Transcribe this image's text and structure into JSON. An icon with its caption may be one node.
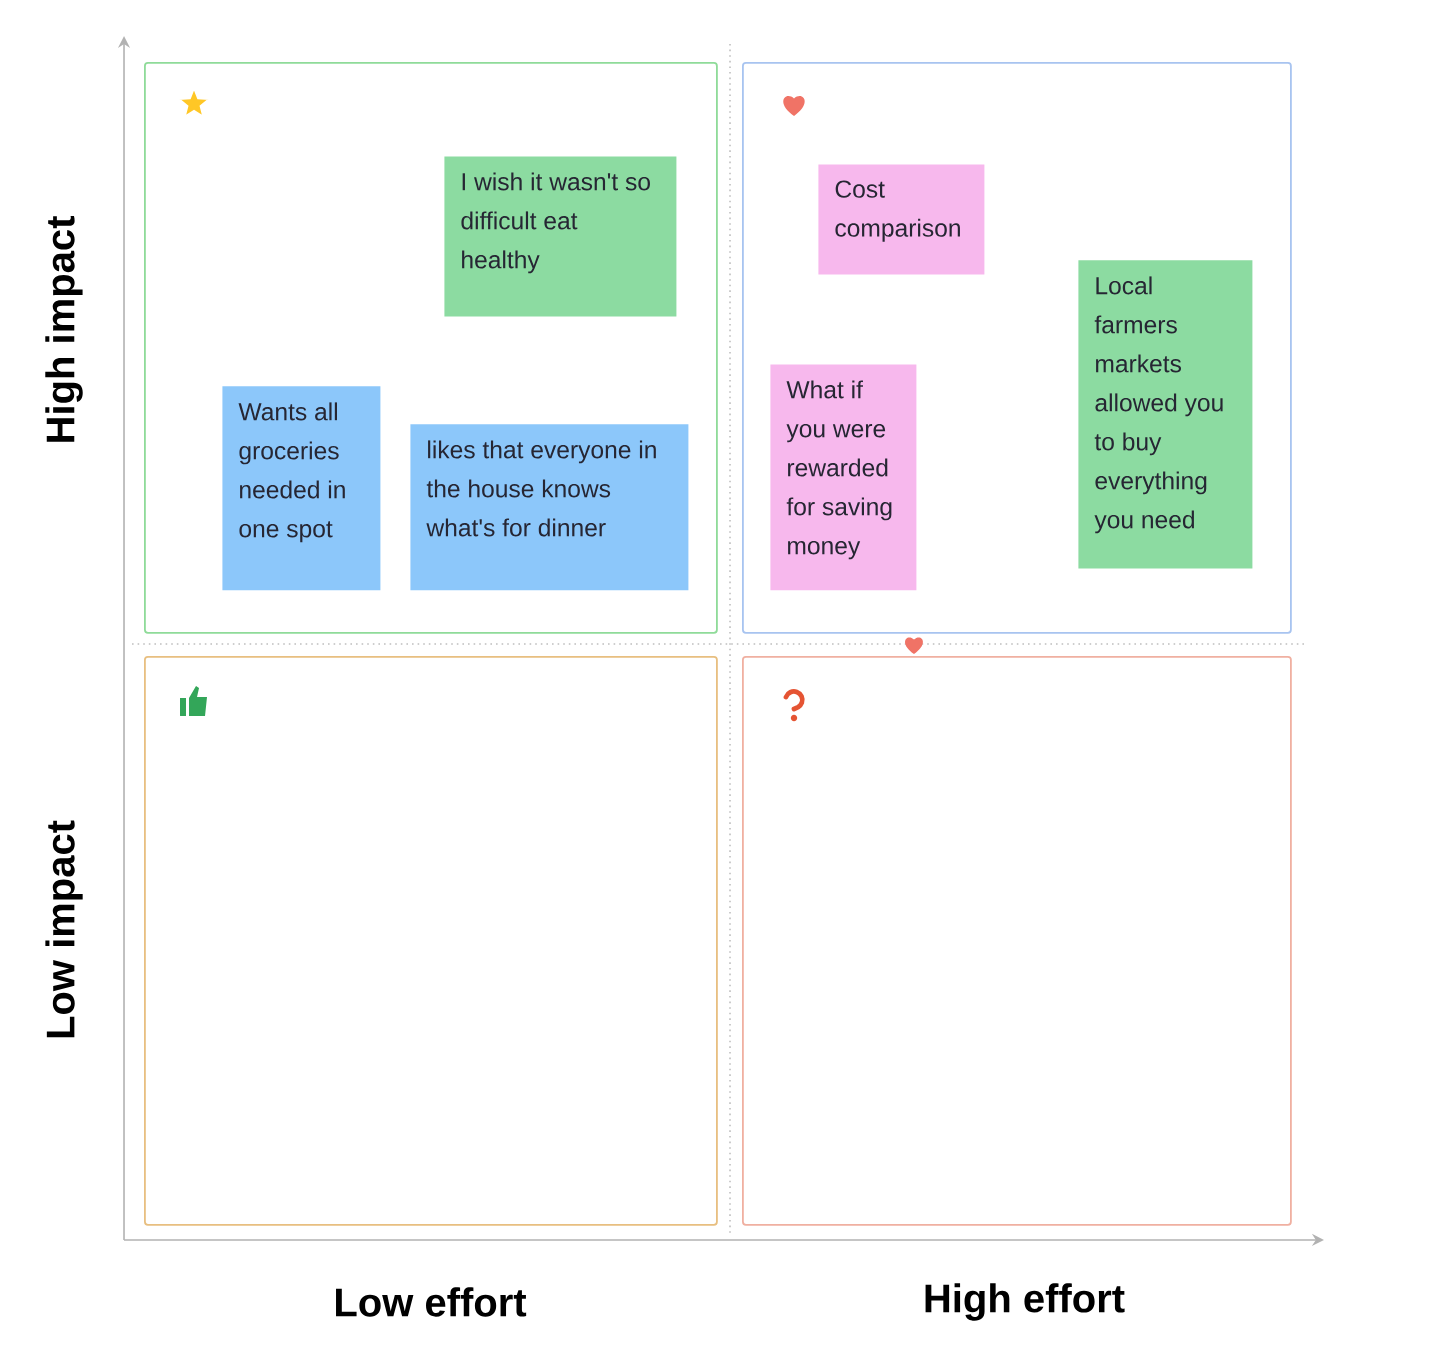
{
  "diagram": {
    "nodes": [
      {
        "text": [],
        "shape": "box"
      },
      {
        "text": [
          "I wish it wasn't so difficult eat healthy"
        ],
        "in": 0
      },
      {
        "text": [
          "Wants all groceries needed in one spot"
        ],
        "in": 0
      },
      {
        "text": [
          "likes that everyone in the house knows what's for dinner"
        ],
        "in": 0
      },
      {
        "text": [],
        "shape": "box"
      },
      {
        "text": [
          "Cost comparison"
        ],
        "in": 4
      },
      {
        "text": [
          "What if you were rewarded for saving money"
        ],
        "in": 4
      },
      {
        "text": [
          "Local farmers markets allowed you to buy everything you need"
        ],
        "in": 4
      },
      {
        "text": [],
        "shape": "box"
      },
      {
        "text": [],
        "shape": "box"
      }
    ],
    "labels": [
      "High impact",
      "Low impact",
      "Low effort",
      "High effort"
    ]
  }
}
